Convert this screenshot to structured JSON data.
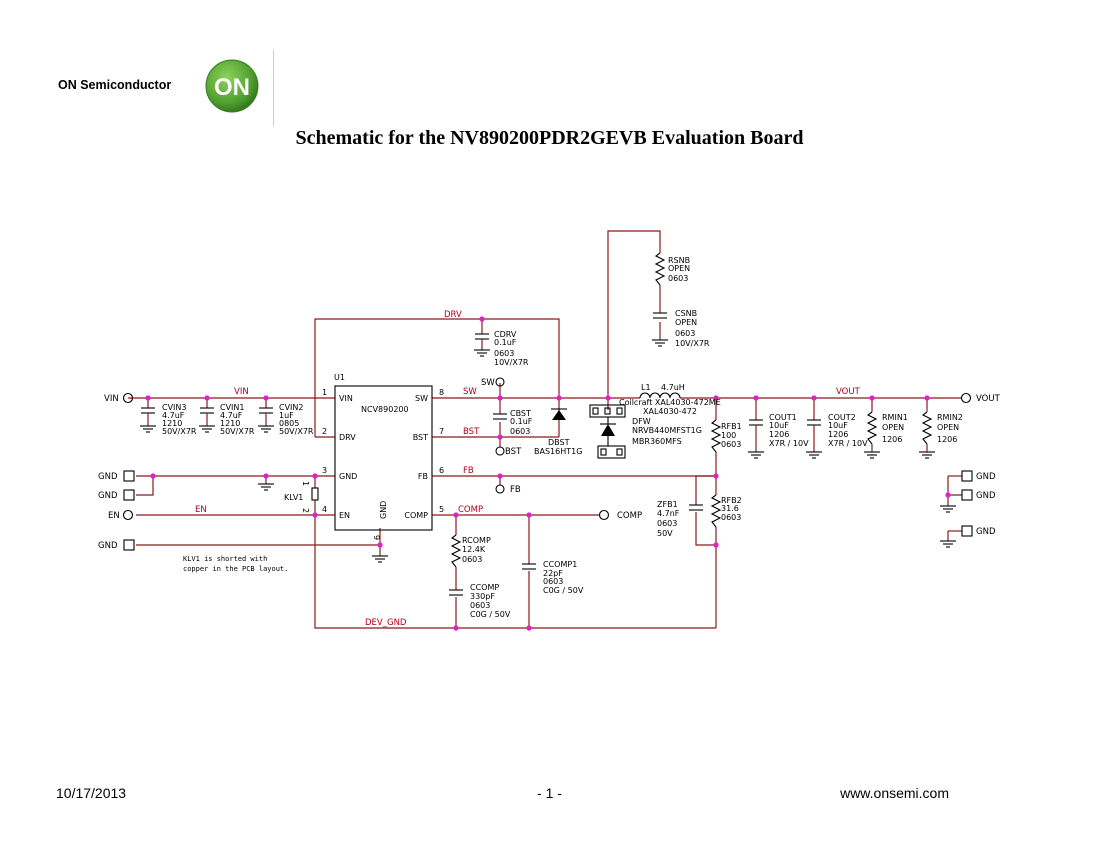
{
  "header": {
    "company": "ON Semiconductor",
    "logo_text": "ON",
    "title": "Schematic for the NV890200PDR2GEVB Evaluation Board"
  },
  "footer": {
    "date": "10/17/2013",
    "page": "- 1 -",
    "website": "www.onsemi.com"
  },
  "schematic": {
    "ic": {
      "ref": "U1",
      "part": "NCV890200"
    },
    "pins": {
      "p1": "VIN",
      "p2": "DRV",
      "p3": "GND",
      "p4": "EN",
      "p8": "SW",
      "p7": "BST",
      "p6": "FB",
      "p5": "COMP",
      "p9": "GND",
      "n1": "1",
      "n2": "2",
      "n3": "3",
      "n4": "4",
      "n5": "5",
      "n6": "6",
      "n7": "7",
      "n8": "8",
      "n9": "9"
    },
    "nets": {
      "vin": "VIN",
      "drv": "DRV",
      "sw": "SW",
      "bst": "BST",
      "fb": "FB",
      "comp": "COMP",
      "en": "EN",
      "vout": "VOUT",
      "dev_gnd": "DEV_GND"
    },
    "ports": {
      "vin": "VIN",
      "vout": "VOUT",
      "gnd": "GND",
      "en": "EN",
      "sw": "SW",
      "bst": "BST",
      "fb": "FB",
      "comp": "COMP"
    },
    "components": {
      "cvin3": [
        "CVIN3",
        "4.7uF",
        "1210",
        "50V/X7R"
      ],
      "cvin1": [
        "CVIN1",
        "4.7uF",
        "1210",
        "50V/X7R"
      ],
      "cvin2": [
        "CVIN2",
        "1uF",
        "0805",
        "50V/X7R"
      ],
      "cdrv": [
        "CDRV",
        "0.1uF",
        "0603",
        "10V/X7R"
      ],
      "cbst": [
        "CBST",
        "0.1uF",
        "0603"
      ],
      "dbst": [
        "DBST",
        "BAS16HT1G"
      ],
      "rsnb": [
        "RSNB",
        "OPEN",
        "0603"
      ],
      "csnb": [
        "CSNB",
        "OPEN",
        "0603",
        "10V/X7R"
      ],
      "l1": [
        "L1",
        "4.7uH"
      ],
      "l1_part": [
        "Coilcraft XAL4030-472ME",
        "XAL4030-472"
      ],
      "dfw": [
        "DFW",
        "NRVB440MFST1G",
        "MBR360MFS"
      ],
      "rfb1": [
        "RFB1",
        "100",
        "0603"
      ],
      "rfb2": [
        "RFB2",
        "31.6",
        "0603"
      ],
      "zfb1": [
        "ZFB1",
        "4.7nF",
        "0603",
        "50V"
      ],
      "cout1": [
        "COUT1",
        "10uF",
        "1206",
        "X7R / 10V"
      ],
      "cout2": [
        "COUT2",
        "10uF",
        "1206",
        "X7R / 10V"
      ],
      "rmin1": [
        "RMIN1",
        "OPEN",
        "1206"
      ],
      "rmin2": [
        "RMIN2",
        "OPEN",
        "1206"
      ],
      "rcomp": [
        "RCOMP",
        "12.4K",
        "0603"
      ],
      "ccomp": [
        "CCOMP",
        "330pF",
        "0603",
        "C0G / 50V"
      ],
      "ccomp1": [
        "CCOMP1",
        "22pF",
        "0603",
        "C0G / 50V"
      ],
      "klv1": "KLV1",
      "klv1_pins": [
        "1",
        "2"
      ]
    },
    "note": [
      "KLV1 is shorted with",
      "copper in the PCB layout."
    ]
  },
  "colors": {
    "wire": "#8a1a1a",
    "net_label": "#b0001a",
    "junction": "#e020c8",
    "logo": "#5aa832"
  }
}
